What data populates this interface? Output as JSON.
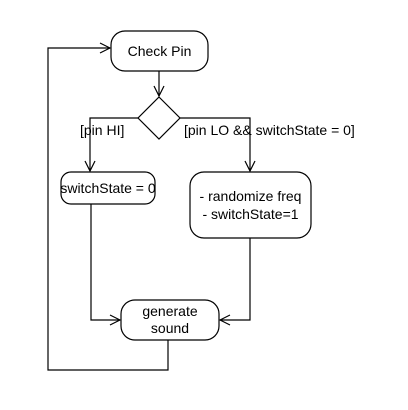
{
  "diagram": {
    "nodes": {
      "check_pin": {
        "label": "Check Pin"
      },
      "switch_state_zero": {
        "label": "switchState = 0"
      },
      "randomize": {
        "lines": [
          "- randomize freq",
          "- switchState=1"
        ]
      },
      "generate_sound": {
        "lines": [
          "generate",
          "sound"
        ]
      }
    },
    "guards": {
      "pin_hi": "[pin HI]",
      "pin_lo": "[pin LO && switchState = 0]"
    }
  },
  "colors": {
    "stroke": "#000000",
    "fill": "#ffffff",
    "text": "#000000"
  }
}
